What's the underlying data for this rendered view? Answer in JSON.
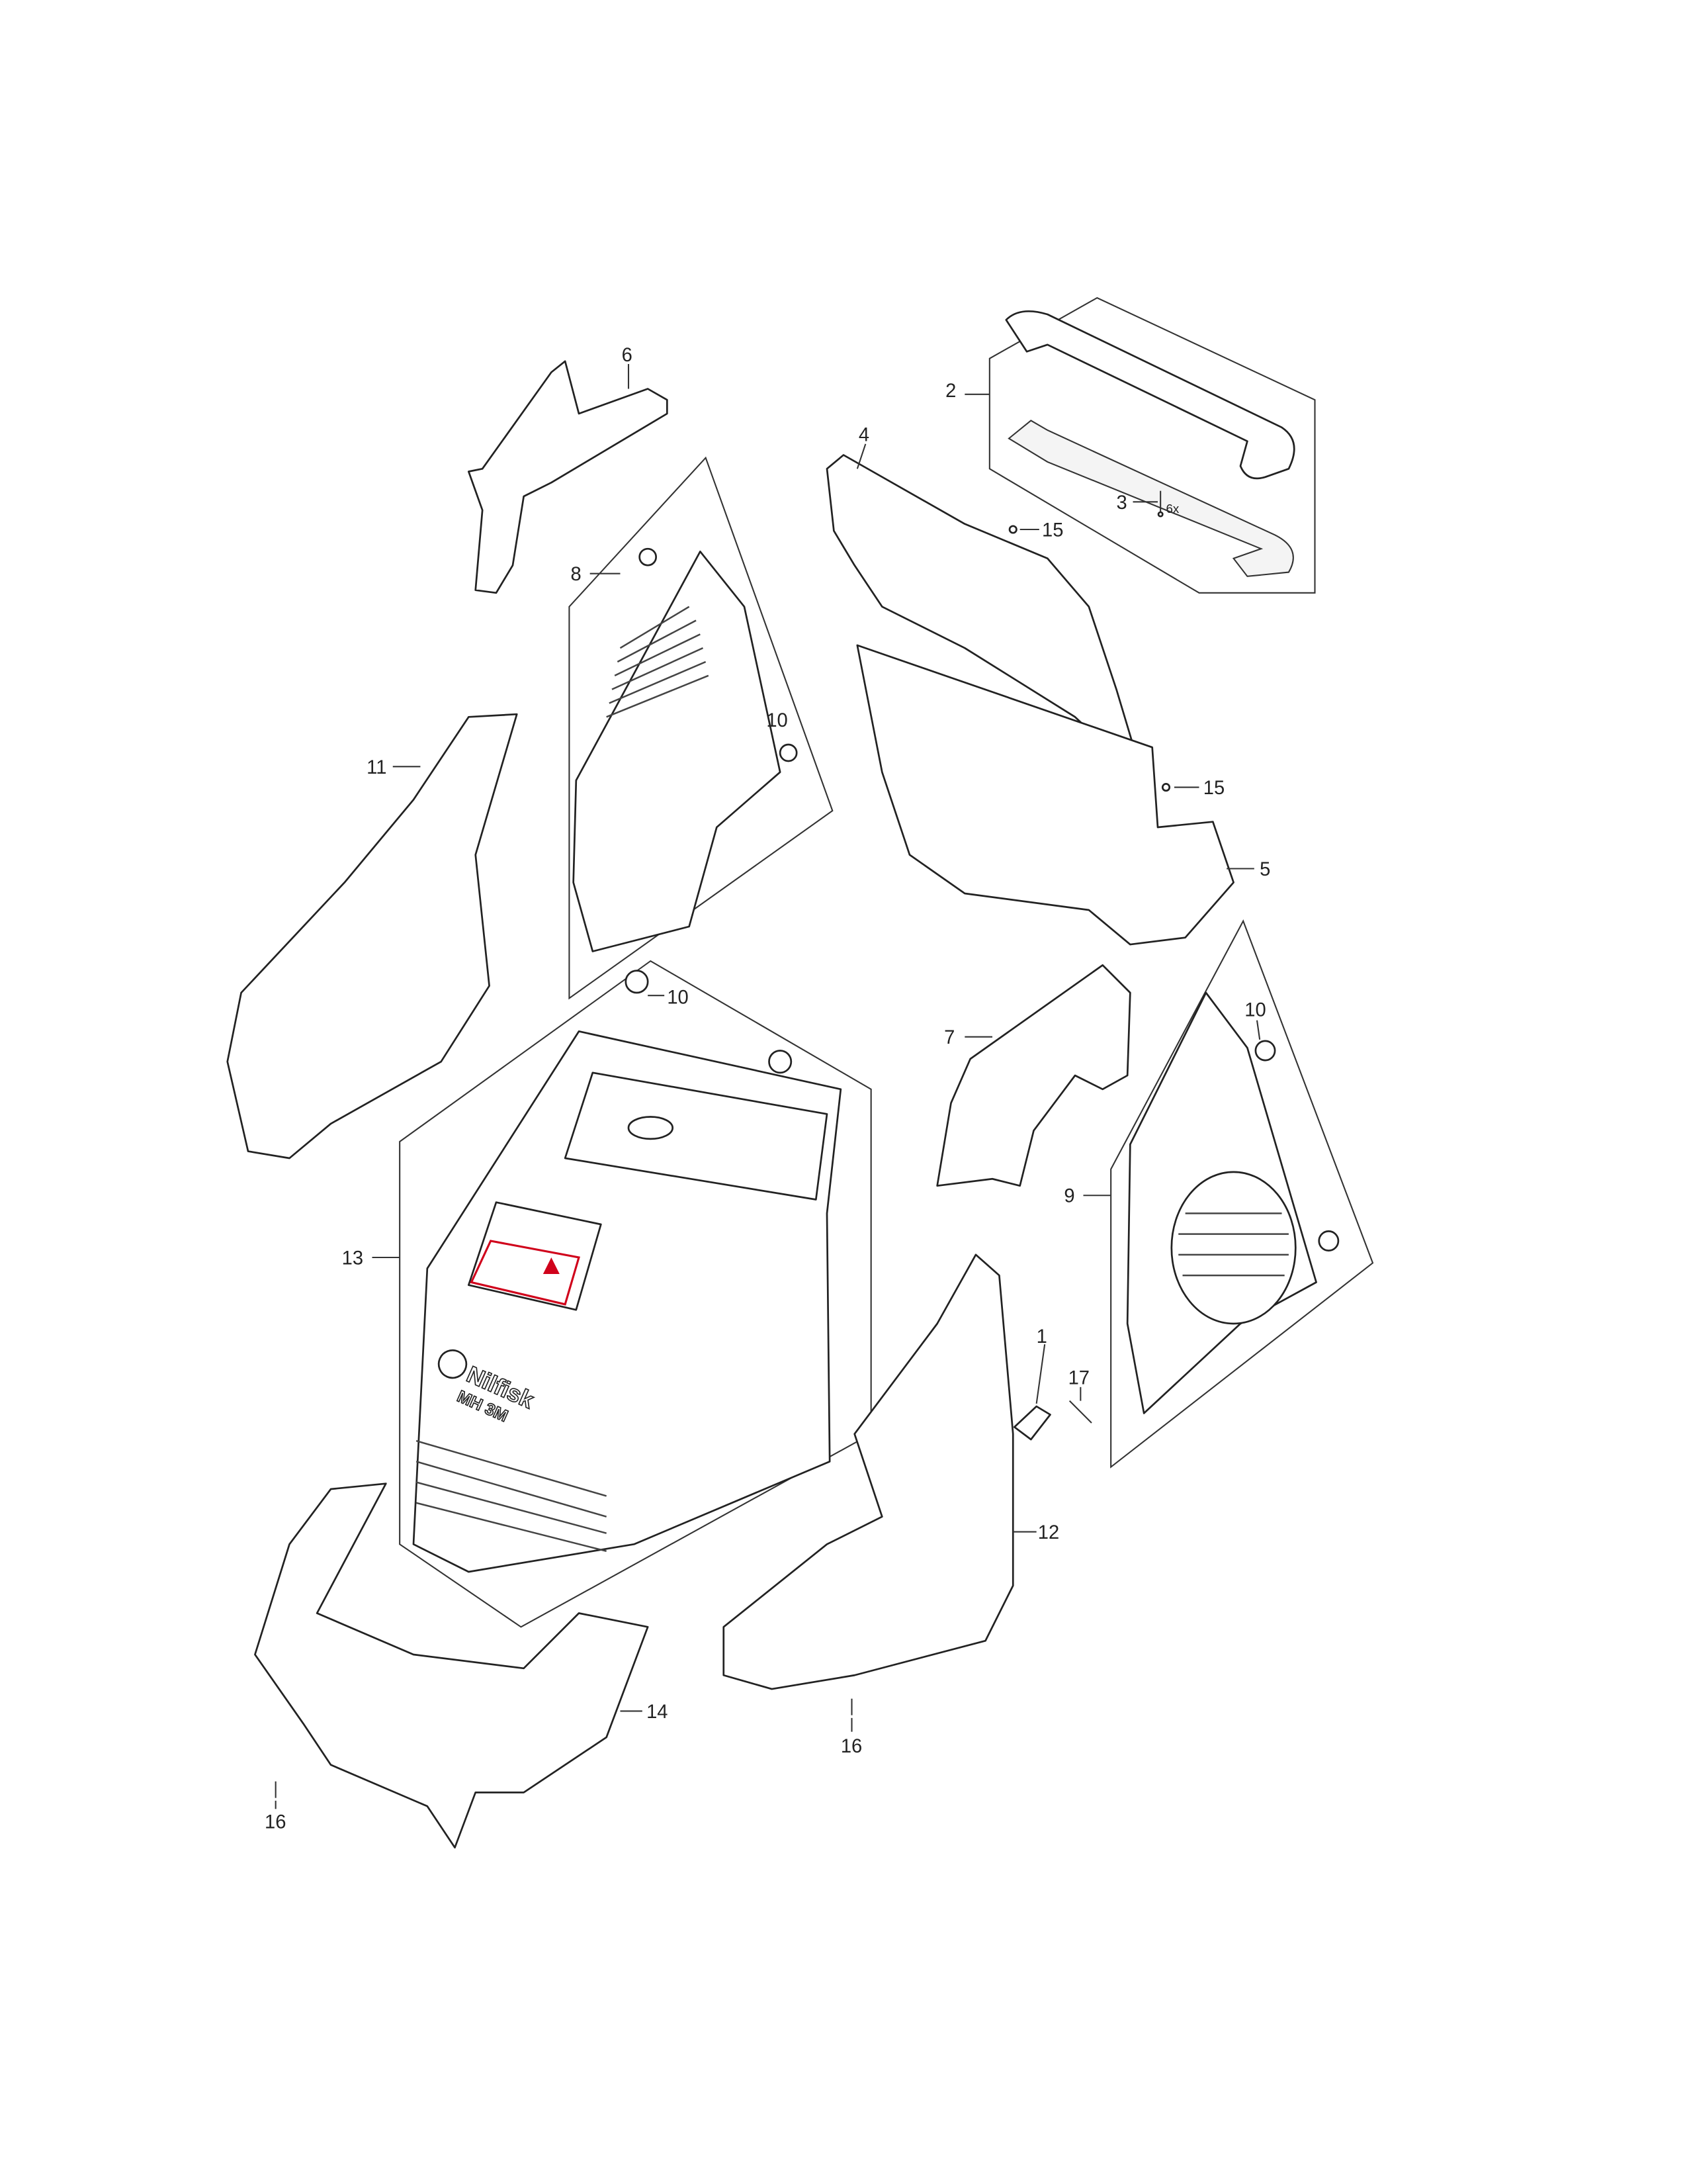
{
  "diagram": {
    "type": "exploded-parts-view",
    "callouts": [
      {
        "id": "1",
        "text": "1"
      },
      {
        "id": "2",
        "text": "2"
      },
      {
        "id": "3",
        "text": "3",
        "qty": "6x"
      },
      {
        "id": "4",
        "text": "4"
      },
      {
        "id": "5",
        "text": "5"
      },
      {
        "id": "6",
        "text": "6"
      },
      {
        "id": "7",
        "text": "7"
      },
      {
        "id": "8",
        "text": "8"
      },
      {
        "id": "9",
        "text": "9"
      },
      {
        "id": "10a",
        "text": "10"
      },
      {
        "id": "10b",
        "text": "10"
      },
      {
        "id": "10c",
        "text": "10"
      },
      {
        "id": "11",
        "text": "11"
      },
      {
        "id": "12",
        "text": "12"
      },
      {
        "id": "13",
        "text": "13"
      },
      {
        "id": "14",
        "text": "14"
      },
      {
        "id": "15a",
        "text": "15"
      },
      {
        "id": "15b",
        "text": "15"
      },
      {
        "id": "16a",
        "text": "16"
      },
      {
        "id": "16b",
        "text": "16"
      },
      {
        "id": "17",
        "text": "17"
      }
    ],
    "logo": {
      "brand": "Nilfisk",
      "model": "MH 3M"
    },
    "colors": {
      "line": "#222222",
      "warning": "#d0021b"
    }
  }
}
